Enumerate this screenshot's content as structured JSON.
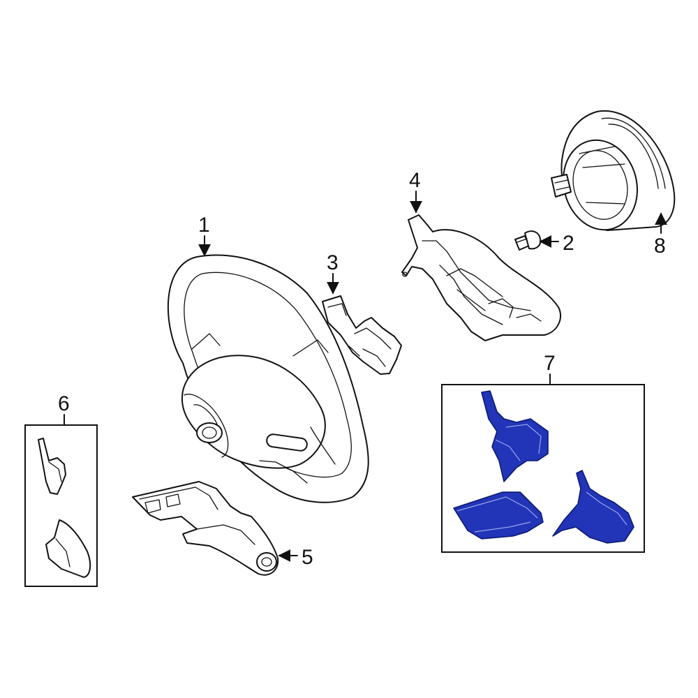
{
  "colors": {
    "line": "#111111",
    "highlight_fill": "#2234b8",
    "highlight_stroke": "#0b1a6e",
    "background": "#ffffff"
  },
  "callouts": [
    {
      "id": "1",
      "label": "1"
    },
    {
      "id": "2",
      "label": "2"
    },
    {
      "id": "3",
      "label": "3"
    },
    {
      "id": "4",
      "label": "4"
    },
    {
      "id": "5",
      "label": "5"
    },
    {
      "id": "6",
      "label": "6"
    },
    {
      "id": "7",
      "label": "7"
    },
    {
      "id": "8",
      "label": "8"
    }
  ],
  "highlighted_callout": "7"
}
